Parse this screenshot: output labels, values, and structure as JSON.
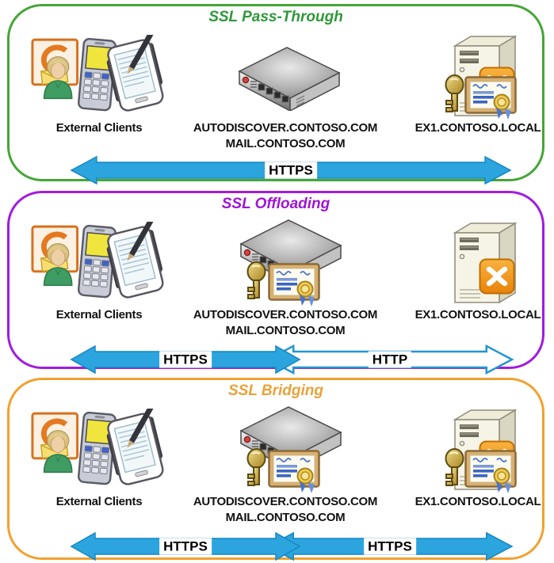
{
  "colors": {
    "arrow_blue": "#2CA5DE",
    "arrow_outline": "#1486C2",
    "panel1_green": "#44A636",
    "panel1_title_green": "#2E9939",
    "panel2_purple": "#A21BE0",
    "panel3_orange": "#F2A12E",
    "exchange_badge_orange": "#E8820A",
    "certificate_tan": "#D9B070",
    "key_gold": "#C8A83C"
  },
  "icons": {
    "clients": "outlook-user-phone-pda-cluster",
    "load_balancer": "network-switch-icon",
    "server": "server-tower-icon",
    "exchange_badge": "exchange-logo-icon",
    "key": "ssl-key-icon",
    "certificate": "ssl-certificate-icon"
  },
  "panels": [
    {
      "id": "ssl-pass-through",
      "title": "SSL Pass-Through",
      "clients_label": "External Clients",
      "middle_label_line1": "AUTODISCOVER.CONTOSO.COM",
      "middle_label_line2": "MAIL.CONTOSO.COM",
      "server_label": "EX1.CONTOSO.LOCAL",
      "middle_has_certificate": false,
      "server_has_certificate": true,
      "arrows": [
        {
          "label": "HTTPS",
          "style": "solid",
          "span": "full"
        }
      ]
    },
    {
      "id": "ssl-offloading",
      "title": "SSL Offloading",
      "clients_label": "External Clients",
      "middle_label_line1": "AUTODISCOVER.CONTOSO.COM",
      "middle_label_line2": "MAIL.CONTOSO.COM",
      "server_label": "EX1.CONTOSO.LOCAL",
      "middle_has_certificate": true,
      "server_has_certificate": false,
      "arrows": [
        {
          "label": "HTTPS",
          "style": "solid",
          "span": "left"
        },
        {
          "label": "HTTP",
          "style": "hollow",
          "span": "right"
        }
      ]
    },
    {
      "id": "ssl-bridging",
      "title": "SSL Bridging",
      "clients_label": "External Clients",
      "middle_label_line1": "AUTODISCOVER.CONTOSO.COM",
      "middle_label_line2": "MAIL.CONTOSO.COM",
      "server_label": "EX1.CONTOSO.LOCAL",
      "middle_has_certificate": true,
      "server_has_certificate": true,
      "arrows": [
        {
          "label": "HTTPS",
          "style": "solid",
          "span": "left"
        },
        {
          "label": "HTTPS",
          "style": "solid",
          "span": "right"
        }
      ]
    }
  ]
}
